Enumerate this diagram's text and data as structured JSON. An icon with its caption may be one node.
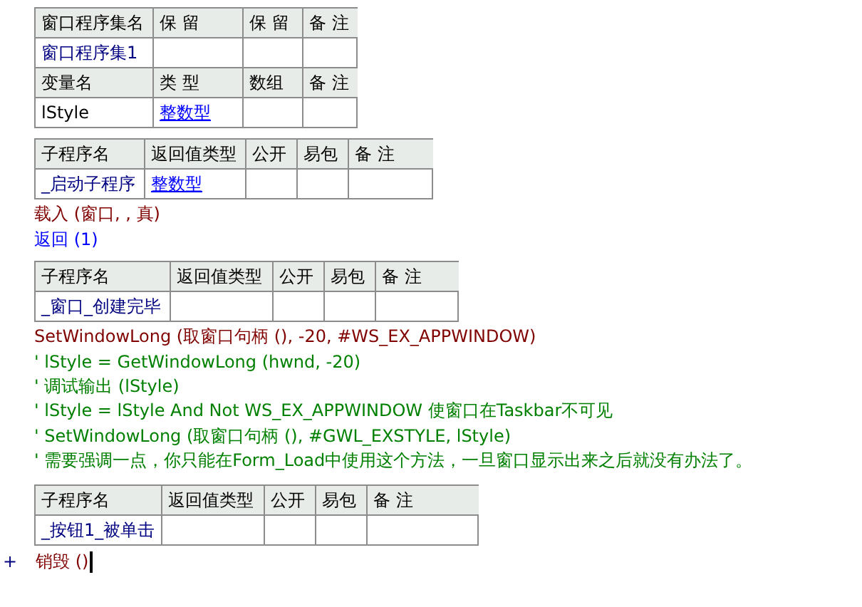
{
  "diagram": {
    "labels": [
      "窗口程序集名",
      "保 留",
      "保 留",
      "备 注",
      "窗口程序集1",
      "变量名",
      "类 型",
      "数组",
      "备 注",
      "lStyle",
      "整数型",
      "子程序名",
      "返回值类型",
      "公开",
      "易包",
      "备 注",
      "_启动子程序",
      "整数型",
      "载入 (窗口, , 真)",
      "返回 (1)",
      "子程序名",
      "返回值类型",
      "公开",
      "易包",
      "备 注",
      "_窗口_创建完毕",
      "SetWindowLong (取窗口句柄 (), -20, #WS_EX_APPWINDOW)",
      "' lStyle = GetWindowLong (hwnd, -20)",
      "' 调试输出 (lStyle)",
      "' lStyle = lStyle And Not WS_EX_APPWINDOW 使窗口在Taskbar不可见",
      "' SetWindowLong (取窗口句柄 (), #GWL_EXSTYLE, lStyle)",
      "' 需要强调一点，你只能在Form_Load中使用这个方法，一旦窗口显示出来之后就没有办法了。",
      "子程序名",
      "返回值类型",
      "公开",
      "易包",
      "备 注",
      "_按钮1_被单击",
      "+",
      "销毁 ()"
    ]
  }
}
